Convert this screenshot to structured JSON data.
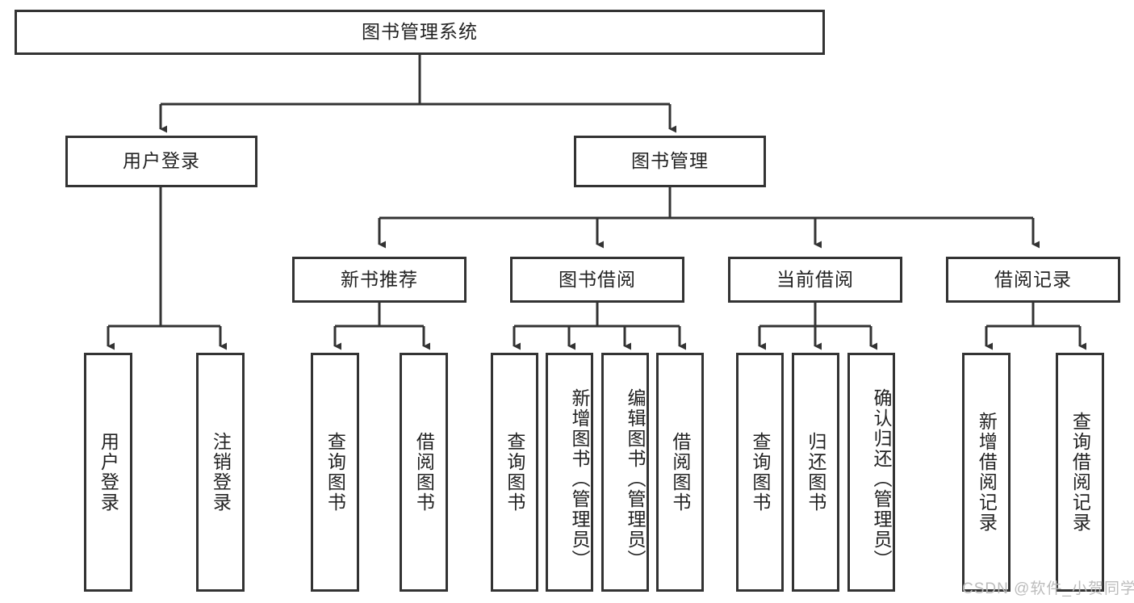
{
  "diagram": {
    "title": "图书管理系统",
    "type": "hierarchy-tree",
    "root": {
      "label": "图书管理系统"
    },
    "level2": [
      {
        "label": "用户登录"
      },
      {
        "label": "图书管理"
      }
    ],
    "level3": [
      {
        "label": "新书推荐"
      },
      {
        "label": "图书借阅"
      },
      {
        "label": "当前借阅"
      },
      {
        "label": "借阅记录"
      }
    ],
    "leaves": {
      "user_login": [
        {
          "label": "用户登录"
        },
        {
          "label": "注销登录"
        }
      ],
      "new_book_recommend": [
        {
          "label": "查询图书"
        },
        {
          "label": "借阅图书"
        }
      ],
      "book_borrow": [
        {
          "label": "查询图书"
        },
        {
          "label": "新增图书（管理员）"
        },
        {
          "label": "编辑图书（管理员）"
        },
        {
          "label": "借阅图书"
        }
      ],
      "current_borrow": [
        {
          "label": "查询图书"
        },
        {
          "label": "归还图书"
        },
        {
          "label": "确认归还（管理员）"
        }
      ],
      "borrow_record": [
        {
          "label": "新增借阅记录"
        },
        {
          "label": "查询借阅记录"
        }
      ]
    }
  },
  "watermark": {
    "text": "CSDN @软件_小贺同学"
  },
  "colors": {
    "stroke": "#333333",
    "box_fill": "#ffffff",
    "text": "#222222",
    "watermark": "#b9b9b9",
    "background": "#ffffff"
  }
}
